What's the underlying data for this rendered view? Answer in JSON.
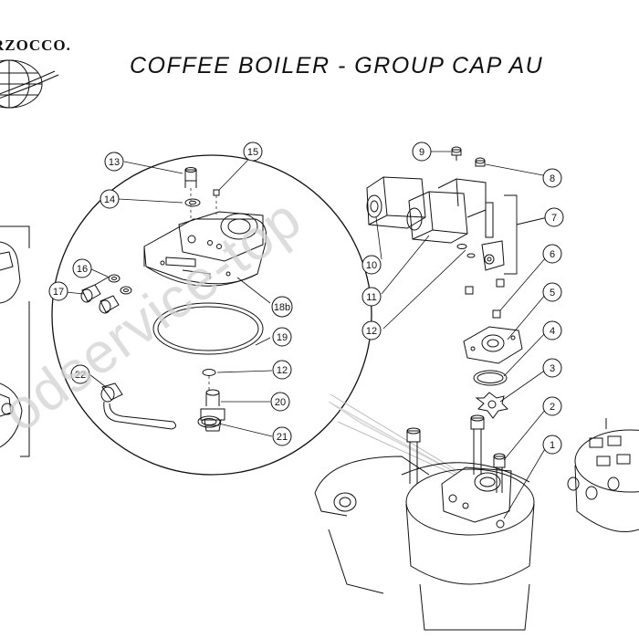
{
  "header": {
    "brand": "RZOCCO.",
    "title": "COFFEE BOILER - GROUP CAP AU"
  },
  "watermark": "odservice-top",
  "callouts": [
    "1",
    "2",
    "3",
    "4",
    "5",
    "6",
    "7",
    "8",
    "9",
    "10",
    "11",
    "12",
    "12",
    "13",
    "14",
    "15",
    "16",
    "17",
    "18b",
    "19",
    "20",
    "21",
    "22"
  ],
  "colors": {
    "line": "#111111",
    "watermark": "#d2d2d2"
  }
}
